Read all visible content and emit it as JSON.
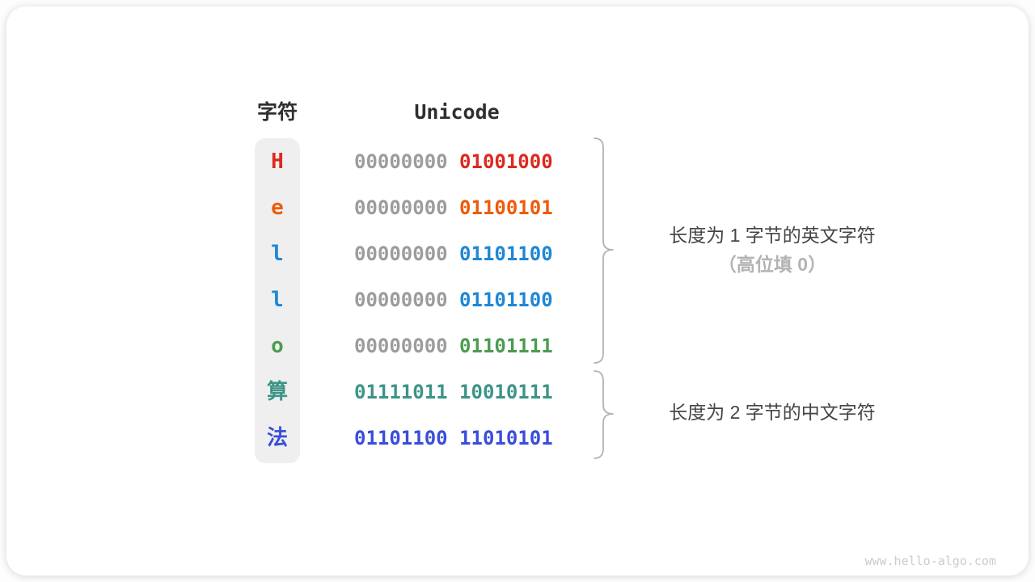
{
  "diagram": {
    "char_header": "字符",
    "unicode_header": "Unicode",
    "rows": [
      {
        "char": "H",
        "char_color": "#dd291e",
        "byte1": "00000000",
        "byte1_color": "#9c9c9c",
        "byte2": "01001000",
        "byte2_color": "#dd291e"
      },
      {
        "char": "e",
        "char_color": "#ee5b0c",
        "byte1": "00000000",
        "byte1_color": "#9c9c9c",
        "byte2": "01100101",
        "byte2_color": "#ee5b0c"
      },
      {
        "char": "l",
        "char_color": "#1f87d5",
        "byte1": "00000000",
        "byte1_color": "#9c9c9c",
        "byte2": "01101100",
        "byte2_color": "#1f87d5"
      },
      {
        "char": "l",
        "char_color": "#1f87d5",
        "byte1": "00000000",
        "byte1_color": "#9c9c9c",
        "byte2": "01101100",
        "byte2_color": "#1f87d5"
      },
      {
        "char": "o",
        "char_color": "#4c9b50",
        "byte1": "00000000",
        "byte1_color": "#9c9c9c",
        "byte2": "01101111",
        "byte2_color": "#4c9b50"
      },
      {
        "char": "算",
        "char_color": "#3d9488",
        "byte1": "01111011",
        "byte1_color": "#3d9488",
        "byte2": "10010111",
        "byte2_color": "#3d9488"
      },
      {
        "char": "法",
        "char_color": "#3a4ddb",
        "byte1": "01101100",
        "byte1_color": "#3a4ddb",
        "byte2": "11010101",
        "byte2_color": "#3a4ddb"
      }
    ],
    "annotations": {
      "english": {
        "line1": "长度为 1 字节的英文字符",
        "line2": "（高位填 0）"
      },
      "chinese": {
        "line1": "长度为 2 字节的中文字符"
      }
    },
    "footer": {
      "website": "www.hello-algo.com"
    },
    "colors": {
      "header_text": "#2f2f2f",
      "annotation_text": "#454545",
      "annotation_muted": "#b3b3b3",
      "brace_stroke": "#b3b3b3",
      "zero_padding_gray": "#9c9c9c",
      "char_column_bg": "#efefef"
    }
  }
}
